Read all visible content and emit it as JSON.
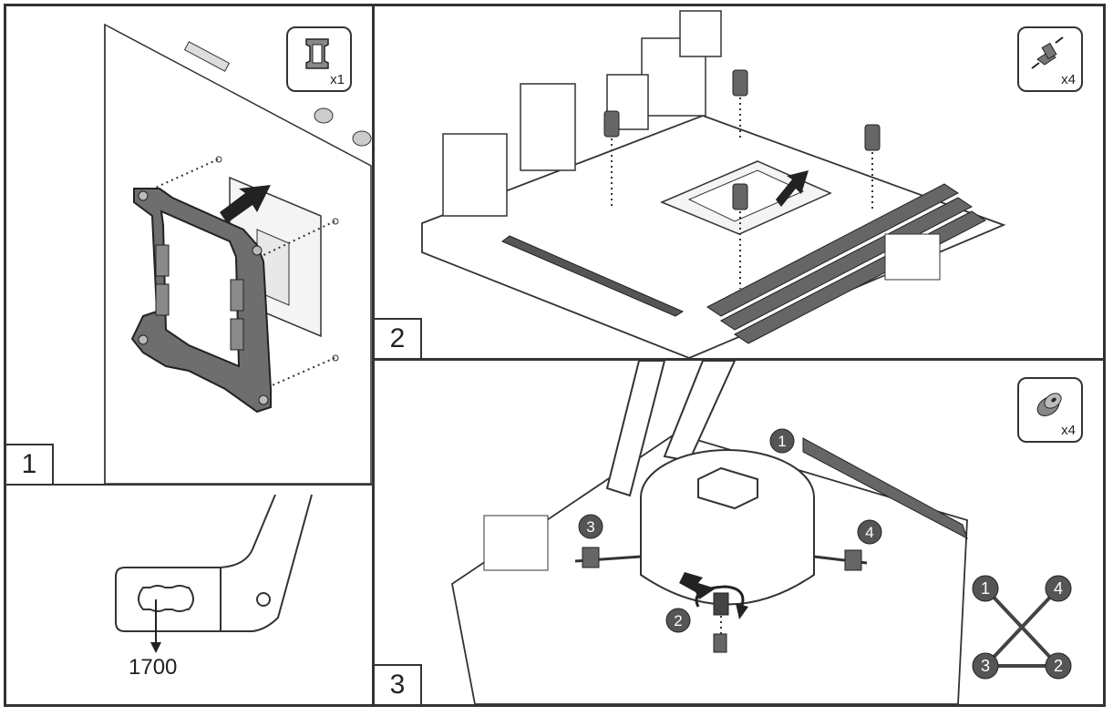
{
  "steps": [
    {
      "number": "1",
      "part_icon": "backplate-icon",
      "quantity": "x1"
    },
    {
      "number": "2",
      "part_icon": "standoff-screw-icon",
      "quantity": "x4"
    },
    {
      "number": "3",
      "part_icon": "thumb-nut-icon",
      "quantity": "x4"
    }
  ],
  "detail": {
    "socket_label": "1700"
  },
  "tightening_order": {
    "callouts": [
      "1",
      "2",
      "3",
      "4"
    ],
    "diagram_labels": [
      "1",
      "4",
      "3",
      "2"
    ]
  }
}
